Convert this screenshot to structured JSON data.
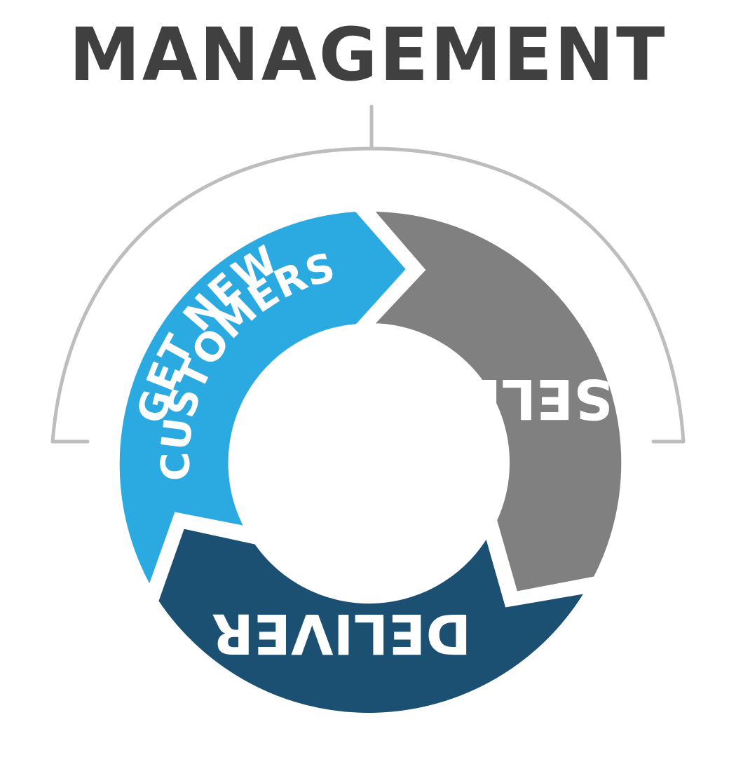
{
  "title": "MANAGEMENT",
  "segments": [
    {
      "id": "get-new-customers",
      "lines": [
        "GET NEW",
        "CUSTOMERS"
      ],
      "color": "#2BA9E1"
    },
    {
      "id": "sell",
      "lines": [
        "SELL"
      ],
      "color": "#808080"
    },
    {
      "id": "deliver",
      "lines": [
        "DELIVER"
      ],
      "color": "#1C5072"
    }
  ],
  "colors": {
    "title": "#404040",
    "bracket": "#BDBDBD",
    "background": "#FFFFFF"
  }
}
